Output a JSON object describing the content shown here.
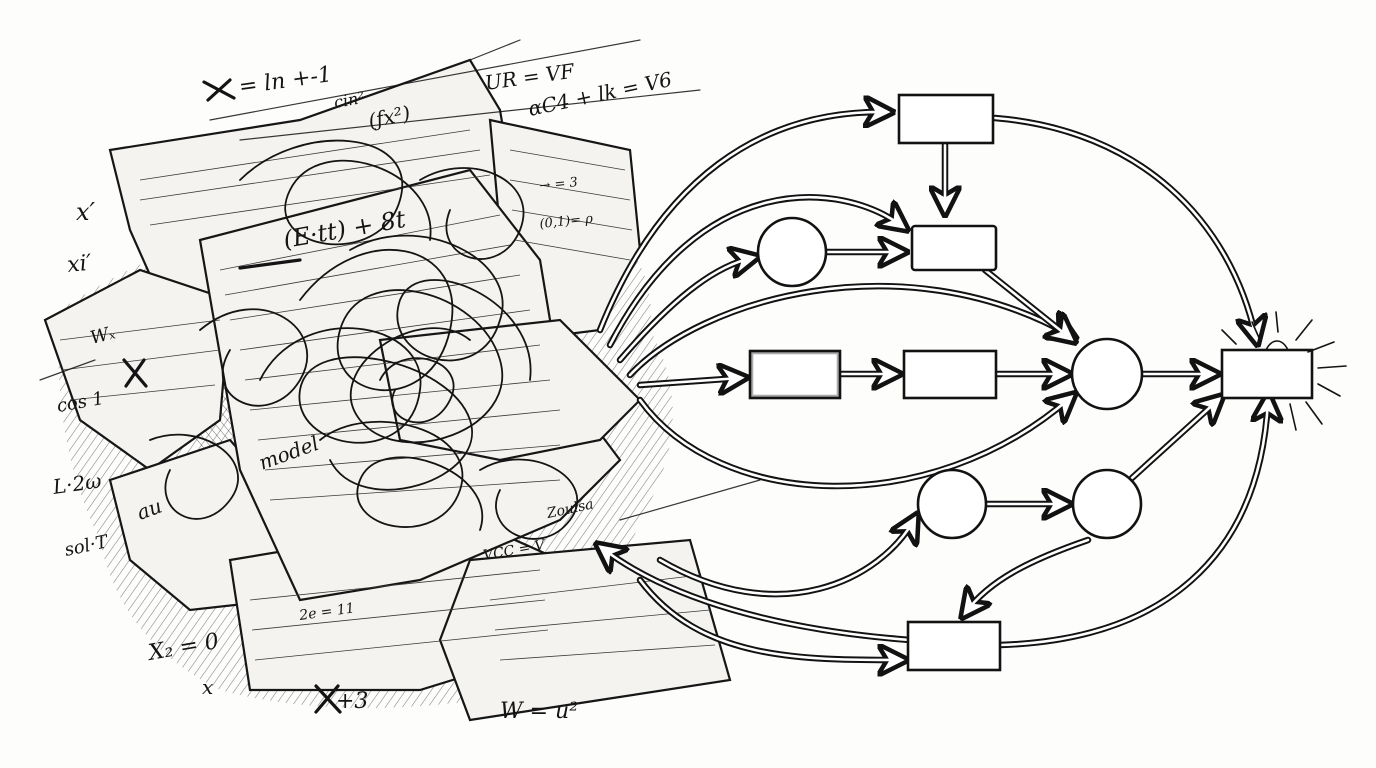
{
  "scribbles": [
    {
      "id": "s1",
      "text": "= ln +-1"
    },
    {
      "id": "s2",
      "text": "cin²"
    },
    {
      "id": "s3",
      "text": "(ƒx²)"
    },
    {
      "id": "s4",
      "text": "UR = VF"
    },
    {
      "id": "s5",
      "text": "αC4 + lk = V6"
    },
    {
      "id": "s6",
      "text": "x′"
    },
    {
      "id": "s7",
      "text": "xi′"
    },
    {
      "id": "s8",
      "text": "(E·tt) + 8t"
    },
    {
      "id": "s9",
      "text": "cos 1"
    },
    {
      "id": "s10",
      "text": "L·2ω"
    },
    {
      "id": "s11",
      "text": "sol·T"
    },
    {
      "id": "s12",
      "text": "X₂ = 0"
    },
    {
      "id": "s13",
      "text": "x"
    },
    {
      "id": "s14",
      "text": "+3"
    },
    {
      "id": "s15",
      "text": "W = u²"
    },
    {
      "id": "s16",
      "text": "→ = 3"
    },
    {
      "id": "s17",
      "text": "(0,1)= ρ"
    },
    {
      "id": "s18",
      "text": "Wₓ"
    },
    {
      "id": "s19",
      "text": "au"
    },
    {
      "id": "s20",
      "text": "model"
    },
    {
      "id": "s21",
      "text": "Zoulsa"
    },
    {
      "id": "s22",
      "text": "VCC = V"
    },
    {
      "id": "s23",
      "text": "2e = 11"
    }
  ],
  "diagram": {
    "nodes": [
      {
        "id": "box-top",
        "shape": "rect"
      },
      {
        "id": "box-upper-mid",
        "shape": "rect"
      },
      {
        "id": "circle-upper-left",
        "shape": "circle"
      },
      {
        "id": "box-mid-left",
        "shape": "rect"
      },
      {
        "id": "box-mid-center",
        "shape": "rect"
      },
      {
        "id": "circle-center",
        "shape": "circle"
      },
      {
        "id": "box-output",
        "shape": "rect"
      },
      {
        "id": "circle-lower-left",
        "shape": "circle"
      },
      {
        "id": "circle-lower-right",
        "shape": "circle"
      },
      {
        "id": "box-bottom",
        "shape": "rect"
      }
    ],
    "edges": [
      [
        "box-top",
        "box-upper-mid"
      ],
      [
        "circle-upper-left",
        "box-upper-mid"
      ],
      [
        "box-upper-mid",
        "circle-center"
      ],
      [
        "box-mid-left",
        "box-mid-center"
      ],
      [
        "box-mid-center",
        "circle-center"
      ],
      [
        "circle-center",
        "box-output"
      ],
      [
        "box-top",
        "box-output"
      ],
      [
        "circle-lower-left",
        "circle-lower-right"
      ],
      [
        "circle-lower-right",
        "box-output"
      ],
      [
        "circle-lower-right",
        "box-bottom"
      ],
      [
        "box-bottom",
        "box-output"
      ]
    ]
  }
}
